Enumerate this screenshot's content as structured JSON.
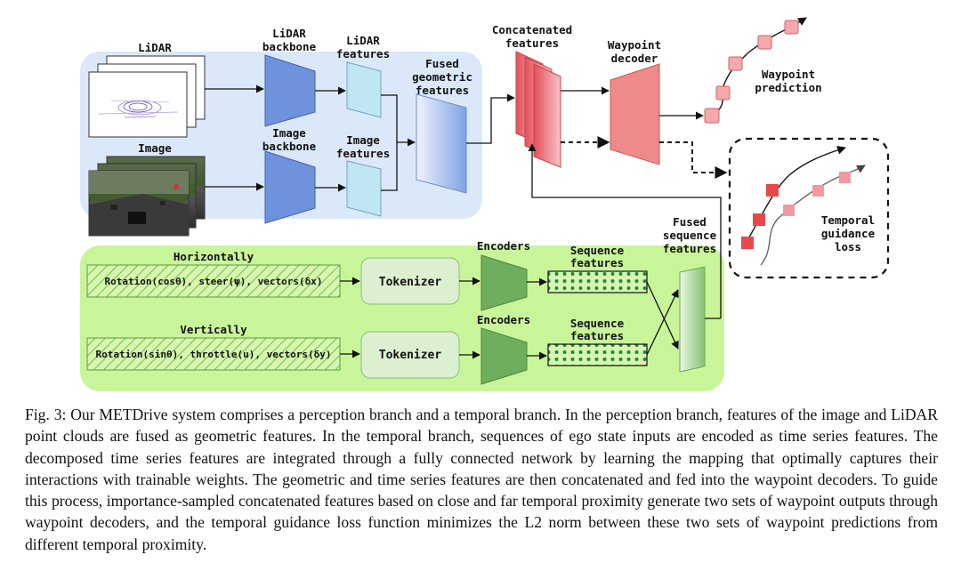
{
  "labels": {
    "lidar": "LiDAR",
    "image": "Image",
    "lidar_backbone": [
      "LiDAR",
      "backbone"
    ],
    "image_backbone": [
      "Image",
      "backbone"
    ],
    "lidar_features": [
      "LiDAR",
      "features"
    ],
    "image_features": [
      "Image",
      "features"
    ],
    "fused_geometric": [
      "Fused",
      "geometric",
      "features"
    ],
    "concatenated": [
      "Concatenated",
      "features"
    ],
    "waypoint_decoder": [
      "Waypoint",
      "decoder"
    ],
    "waypoint_prediction": [
      "Waypoint",
      "prediction"
    ],
    "temporal_loss": [
      "Temporal",
      "guidance",
      "loss"
    ],
    "fused_sequence": [
      "Fused",
      "sequence",
      "features"
    ],
    "horizontally": "Horizontally",
    "vertically": "Vertically",
    "input_h": "Rotation(cosθ), steer(ψ), vectors(δx)",
    "input_v": "Rotation(sinθ), throttle(u), vectors(δy)",
    "tokenizer": "Tokenizer",
    "encoders": "Encoders",
    "sequence_features": [
      "Sequence",
      "features"
    ]
  },
  "colors": {
    "perception_bg": "#dbe8fa",
    "temporal_bg": "#c9f59a",
    "backbone": "#6f92dc",
    "feature": "#bfe6f2",
    "decoder": "#ee8a8a",
    "concat": "#f2a0a5",
    "encoder": "#6fad5f",
    "seq_dots": "#1a8a3a"
  },
  "caption": "Fig. 3: Our METDrive system comprises a perception branch and a temporal branch. In the perception branch, features of the image and LiDAR point clouds are fused as geometric features. In the temporal branch, sequences of ego state inputs are encoded as time series features. The decomposed time series features are integrated through a fully connected network by learning the mapping that optimally captures their interactions with trainable weights. The geometric and time series features are then concatenated and fed into the waypoint decoders. To guide this process, importance-sampled concatenated features based on close and far temporal proximity generate two sets of waypoint outputs through waypoint decoders, and the temporal guidance loss function minimizes the L2 norm between these two sets of waypoint predictions from different temporal proximity."
}
